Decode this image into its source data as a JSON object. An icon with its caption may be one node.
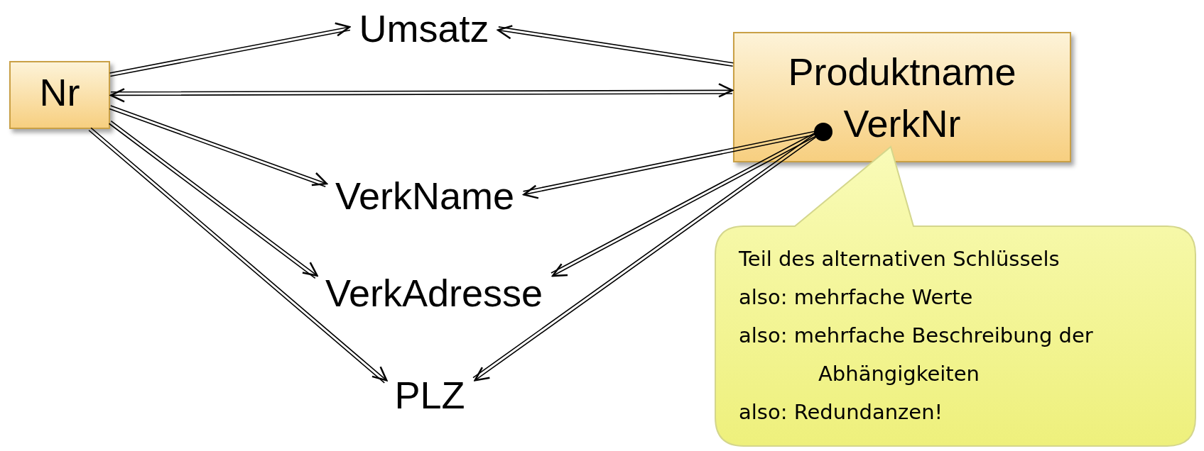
{
  "diagram": {
    "nodes": [
      {
        "text": [
          "Nr"
        ]
      },
      {
        "text": [
          "Umsatz"
        ]
      },
      {
        "text": [
          "Produktname",
          "VerkNr"
        ]
      },
      {
        "text": [],
        "shape": "circle",
        "in": 2
      },
      {
        "text": [
          "VerkName"
        ]
      },
      {
        "text": [
          "VerkAdresse"
        ]
      },
      {
        "text": [
          "PLZ"
        ]
      },
      {
        "text": [
          "Teil des alternativen Schlüssels",
          "also: mehrfache Werte",
          "also: mehrfache Beschreibung der Abhängigkeiten",
          "also: Redundanzen!"
        ]
      }
    ],
    "edges": [
      {
        "from": 0,
        "to": 1,
        "arrow": "to"
      },
      {
        "from": 2,
        "to": 1,
        "arrow": "to"
      },
      {
        "from": 0,
        "to": 2,
        "arrow": "both"
      },
      {
        "from": 0,
        "to": 4,
        "arrow": "to"
      },
      {
        "from": 0,
        "to": 5,
        "arrow": "to"
      },
      {
        "from": 0,
        "to": 6,
        "arrow": "to"
      },
      {
        "from": 3,
        "to": 4,
        "arrow": "to"
      },
      {
        "from": 3,
        "to": 5,
        "arrow": "to"
      },
      {
        "from": 3,
        "to": 6,
        "arrow": "to"
      }
    ]
  }
}
